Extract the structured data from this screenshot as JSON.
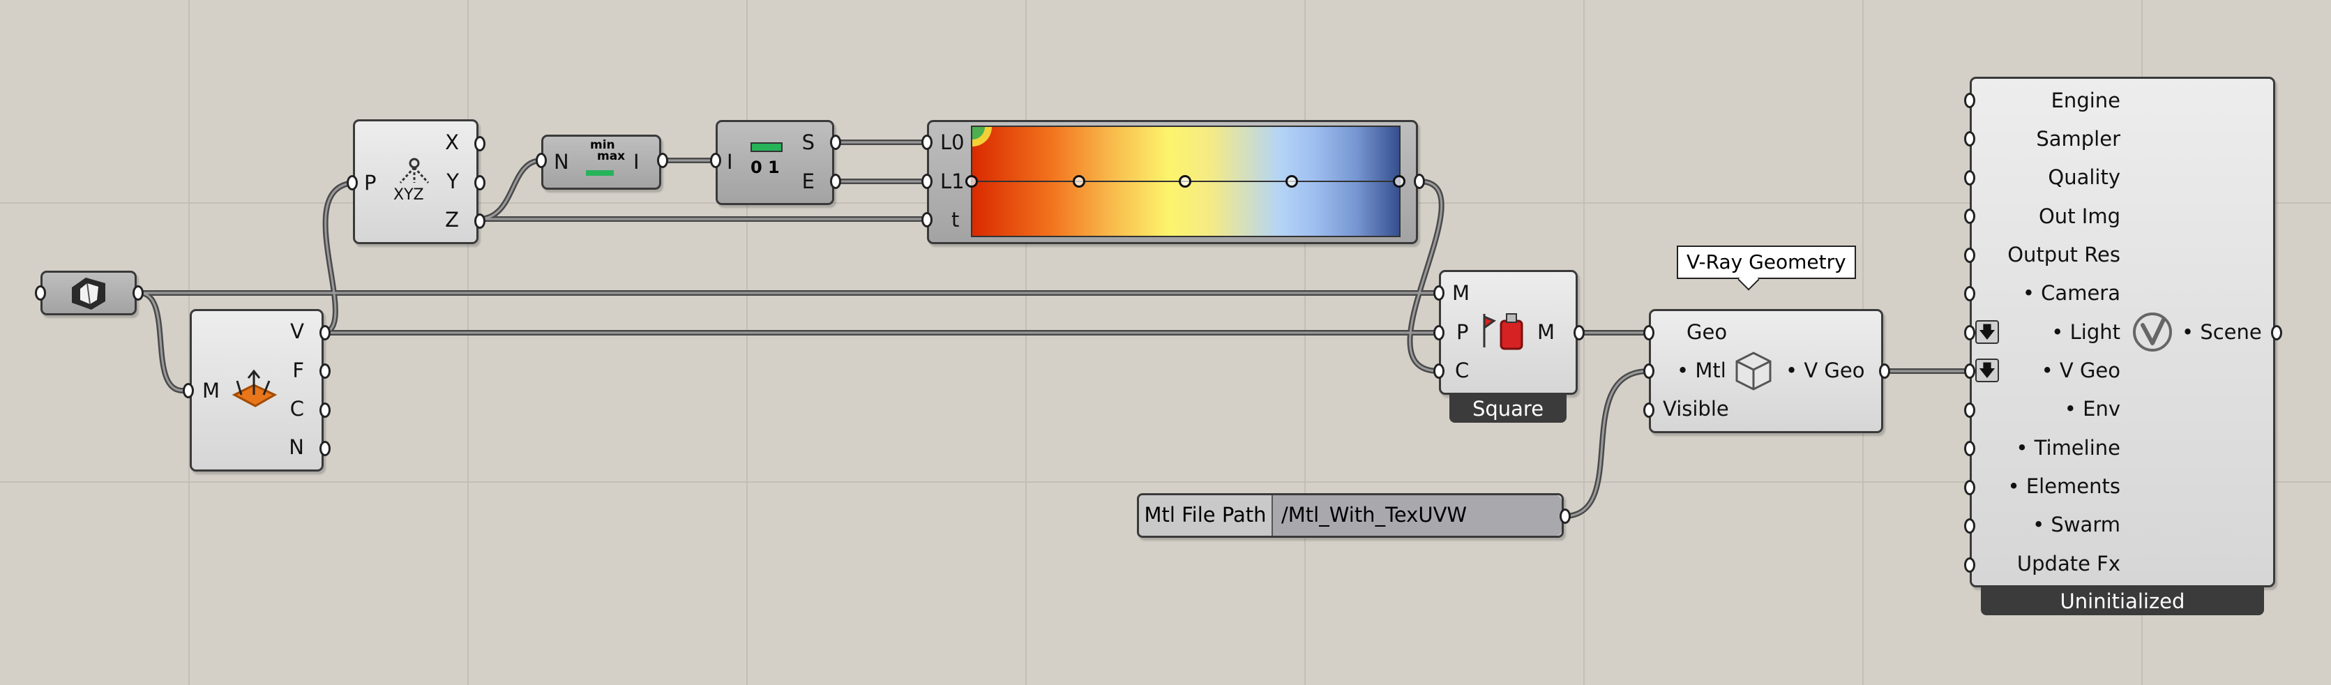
{
  "canvas": {
    "background": "#d4d0c8",
    "wire_color": "#4a4a4a"
  },
  "brep_param": {
    "icon": "brep-icon"
  },
  "face_normals": {
    "input": "M",
    "outputs": [
      "V",
      "F",
      "C",
      "N"
    ],
    "icon": "face-normals-icon"
  },
  "deconstruct_point": {
    "input": "P",
    "outputs": [
      "X",
      "Y",
      "Z"
    ],
    "icon": "xyz-deconstruct-icon"
  },
  "bounds": {
    "input": "N",
    "output": "I",
    "icon_text_min": "min",
    "icon_text_max": "max"
  },
  "deconstruct_domain": {
    "input": "I",
    "outputs": [
      "S",
      "E"
    ],
    "icon_text": "0 1"
  },
  "gradient": {
    "inputs": [
      "L0",
      "L1",
      "t"
    ],
    "colors": [
      "#d92a00",
      "#fdf46c",
      "#9fbff0",
      "#36508f"
    ]
  },
  "custom_preview": {
    "inputs": [
      "M",
      "P",
      "C"
    ],
    "output": "M",
    "icon": "paint-bucket-icon",
    "tab": "Square"
  },
  "mtl_panel": {
    "label": "Mtl File Path",
    "value": "/Mtl_With_TexUVW"
  },
  "vray_geometry": {
    "tooltip": "V-Ray Geometry",
    "inputs": [
      "Geo",
      "• Mtl",
      "Visible"
    ],
    "output": "• V Geo",
    "icon": "cube-icon"
  },
  "vray_scene": {
    "inputs": [
      "Engine",
      "Sampler",
      "Quality",
      "Out Img",
      "Output Res",
      "• Camera",
      "• Light",
      "• V Geo",
      "• Env",
      "• Timeline",
      "• Elements",
      "• Swarm",
      "Update Fx"
    ],
    "output": "• Scene",
    "icon": "vray-logo-icon",
    "status": "Uninitialized",
    "flatten_icon": "flatten-arrow-icon"
  }
}
